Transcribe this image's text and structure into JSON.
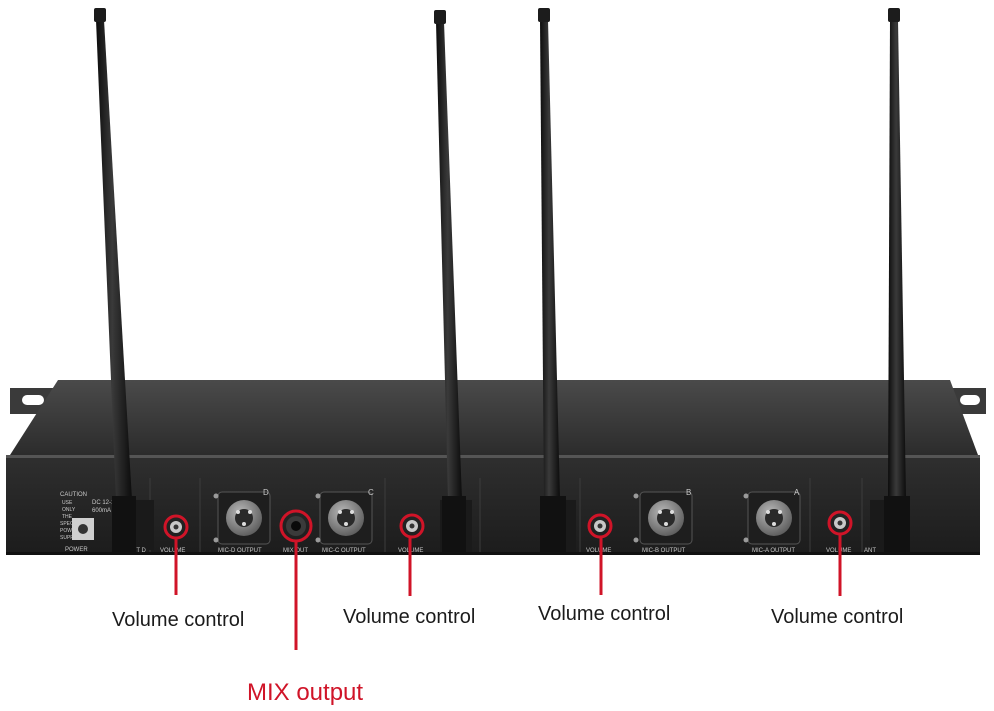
{
  "annotations": {
    "volume_1": "Volume control",
    "volume_2": "Volume control",
    "volume_3": "Volume control",
    "volume_4": "Volume control",
    "mix": "MIX output"
  },
  "panel": {
    "caution": [
      "CAUTION",
      "USE",
      "ONLY",
      "THE",
      "SPECIFIC",
      "POWER",
      "SUPPLY"
    ],
    "dc_rating": [
      "DC 12-18V",
      "600mA"
    ],
    "power": "POWER",
    "ant_left": "ANT D",
    "ant_right": "ANT",
    "vol_1": "VOLUME",
    "vol_2": "VOLUME",
    "vol_3": "VOLUME",
    "vol_4": "VOLUME",
    "mix_out": "MIX OUT",
    "mic_d": "MIC-D OUTPUT",
    "mic_c": "MIC-C OUTPUT",
    "mic_b": "MIC-B OUTPUT",
    "mic_a": "MIC-A OUTPUT",
    "letter_d": "D",
    "letter_c": "C",
    "letter_b": "B",
    "letter_a": "A"
  },
  "colors": {
    "highlight": "#d01428",
    "chassis": "#2a2a2a",
    "antenna": "#161616",
    "label_text": "#1b1b1b"
  }
}
